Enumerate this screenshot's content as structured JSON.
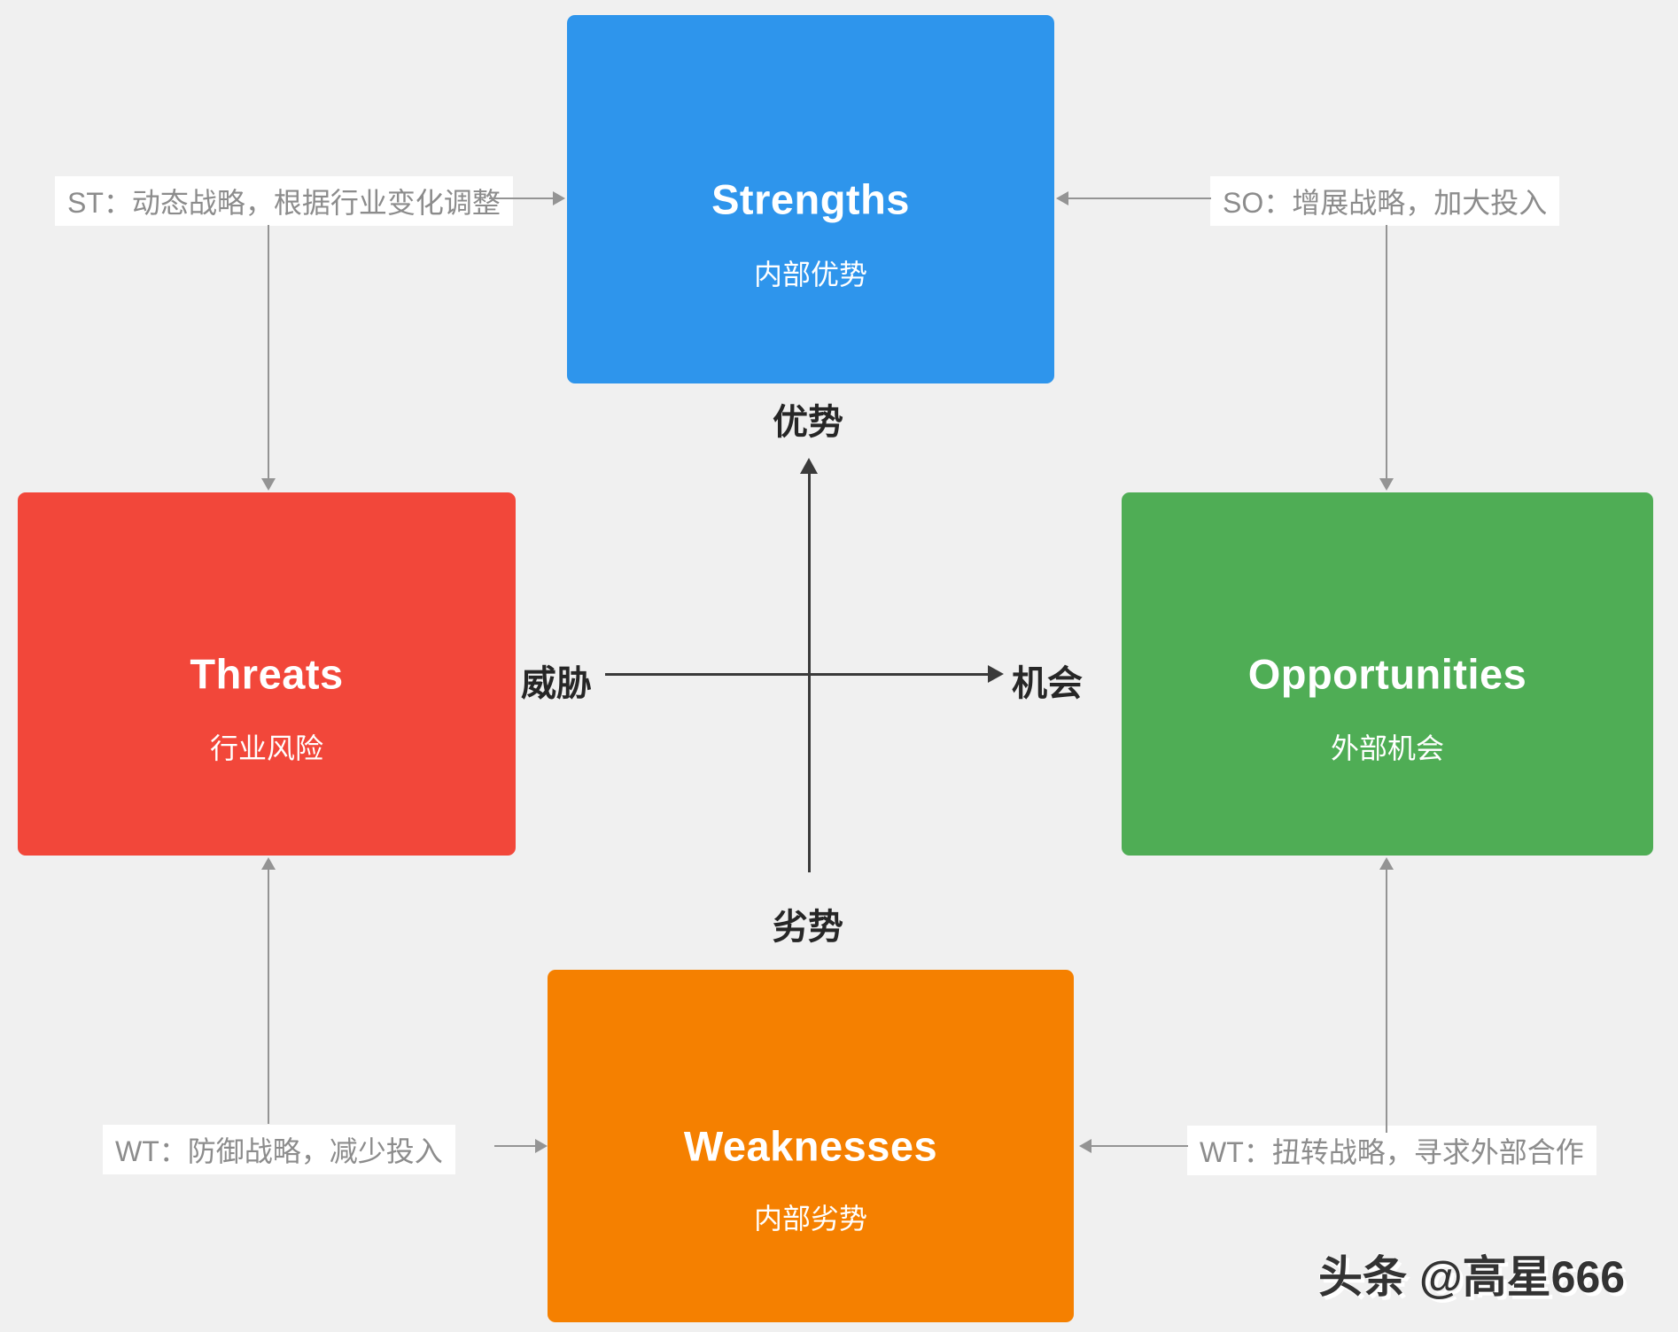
{
  "diagram": {
    "boxes": {
      "strengths": {
        "title": "Strengths",
        "subtitle": "内部优势",
        "color": "#2E95EC"
      },
      "threats": {
        "title": "Threats",
        "subtitle": "行业风险",
        "color": "#F2473A"
      },
      "opportunities": {
        "title": "Opportunities",
        "subtitle": "外部机会",
        "color": "#4FAD55"
      },
      "weaknesses": {
        "title": "Weaknesses",
        "subtitle": "内部劣势",
        "color": "#F58000"
      }
    },
    "axis_labels": {
      "top": "优势",
      "bottom": "劣势",
      "left": "威胁",
      "right": "机会"
    },
    "annotations": {
      "st": "ST：动态战略，根据行业变化调整",
      "so": "SO：增展战略，加大投入",
      "wt_left": "WT：防御战略，减少投入",
      "wt_right": "WT：扭转战略，寻求外部合作"
    },
    "watermark": "头条 @高星666",
    "colors": {
      "background": "#f0f0f0",
      "axis_line": "#3a3a3a",
      "arrow": "#949494",
      "annotation_text": "#8c8c8c",
      "annotation_bg": "#ffffff",
      "axis_label_text": "#262626",
      "box_text": "#ffffff",
      "watermark_text": "#333333"
    }
  }
}
